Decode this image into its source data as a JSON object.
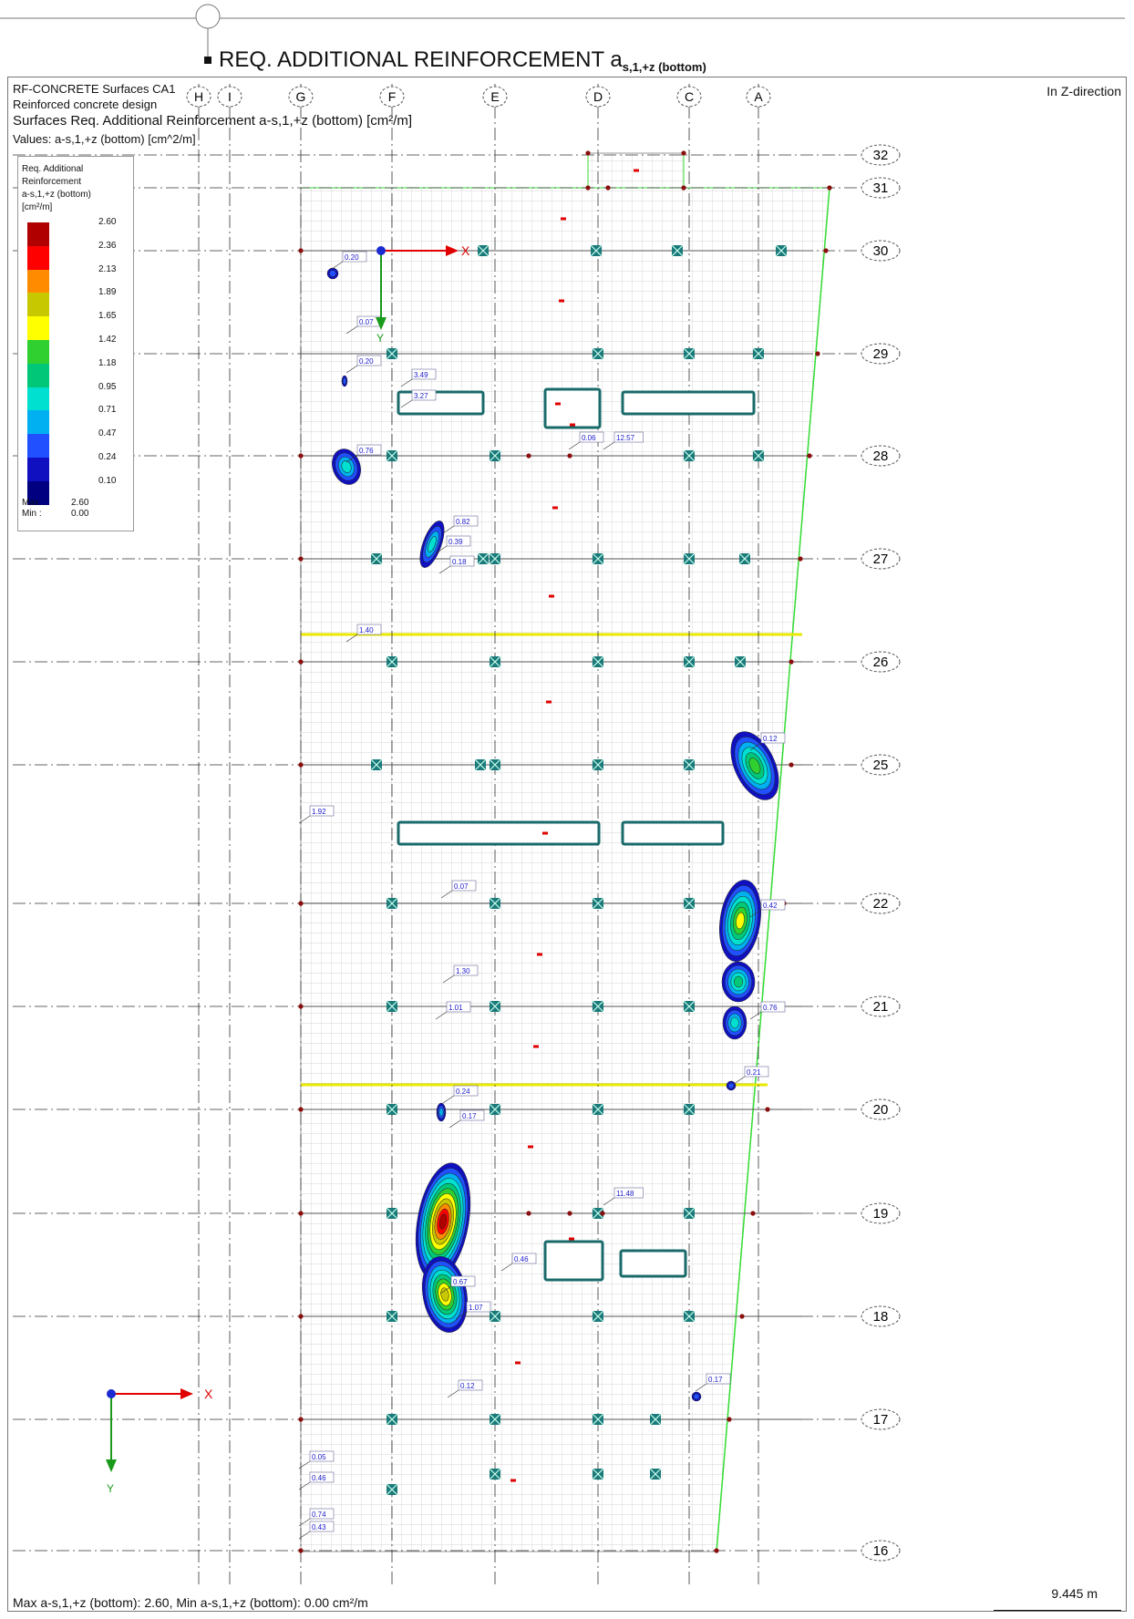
{
  "header": {
    "title_main": "REQ. ADDITIONAL REINFORCEMENT a",
    "title_sub": "s,1,+z (bottom)"
  },
  "info": {
    "line1": "RF-CONCRETE Surfaces CA1",
    "line2": "Reinforced concrete design",
    "line3": "Surfaces Req. Additional Reinforcement a-s,1,+z (bottom) [cm²/m]",
    "line4": "Values: a-s,1,+z (bottom) [cm^2/m]",
    "direction": "In Z-direction"
  },
  "legend": {
    "title1": "Req. Additional",
    "title2": "Reinforcement",
    "title3": "a-s,1,+z (bottom)",
    "units": "[cm²/m]",
    "values": [
      "2.60",
      "2.36",
      "2.13",
      "1.89",
      "1.65",
      "1.42",
      "1.18",
      "0.95",
      "0.71",
      "0.47",
      "0.24",
      "0.10"
    ],
    "colors": [
      "#b00000",
      "#ff0000",
      "#ff8c00",
      "#c8c800",
      "#ffff00",
      "#30d030",
      "#00c878",
      "#00e0d0",
      "#00b0f0",
      "#2050ff",
      "#1010c0",
      "#000080"
    ],
    "max_label": "Max :",
    "max_value": "2.60",
    "min_label": "Min :",
    "min_value": "0.00"
  },
  "grid": {
    "columns": [
      "H",
      "I",
      "G",
      "F",
      "E",
      "D",
      "C",
      "A"
    ],
    "rows": [
      "32",
      "31",
      "30",
      "29",
      "28",
      "27",
      "26",
      "25",
      "22",
      "21",
      "20",
      "19",
      "18",
      "17",
      "16"
    ]
  },
  "axes": {
    "x": "X",
    "y": "Y"
  },
  "value_labels": [
    "0.20",
    "0.07",
    "0.20",
    "3.49",
    "3.27",
    "0.06",
    "12.57",
    "0.76",
    "0.82",
    "0.39",
    "0.18",
    "1.40",
    "0.12",
    "1.92",
    "0.07",
    "0.42",
    "1.30",
    "1.01",
    "0.76",
    "0.21",
    "0.24",
    "0.17",
    "11.48",
    "0.46",
    "0.67",
    "1.07",
    "0.12",
    "0.17",
    "0.05",
    "0.46",
    "0.74",
    "0.43"
  ],
  "footer": {
    "text": "Max a-s,1,+z (bottom): 2.60, Min a-s,1,+z (bottom): 0.00 cm²/m",
    "scale": "9.445 m"
  }
}
